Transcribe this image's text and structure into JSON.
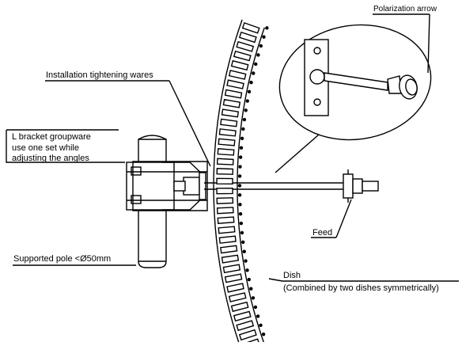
{
  "labels": {
    "polarization": "Polarization arrow",
    "tightening": "Installation tightening wares",
    "bracket_line1": "L bracket groupware",
    "bracket_line2": "use one set while",
    "bracket_line3": "adjusting the angles",
    "pole": "Supported pole <Ø50mm",
    "feed": "Feed",
    "dish": "Dish",
    "dish_note": "(Combined by two dishes symmetrically)"
  },
  "colors": {
    "line": "#000000",
    "background": "#ffffff"
  }
}
